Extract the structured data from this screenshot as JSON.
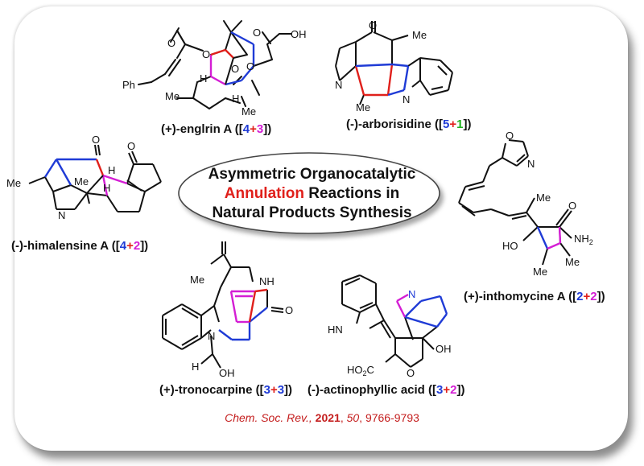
{
  "center": {
    "line1": "Asymmetric Organocatalytic",
    "line2_red": "Annulation",
    "line2_rest": " Reactions in",
    "line3": "Natural Products Synthesis"
  },
  "compounds": {
    "englerin": {
      "name": "(+)-englrin A ([",
      "a": "4",
      "plus": "+",
      "b": "3",
      "end": "])"
    },
    "arborisidine": {
      "name": "(-)-arborisidine ([",
      "a": "5",
      "plus": "+",
      "b": "1",
      "end": "])"
    },
    "himalensine": {
      "name": "(-)-himalensine A  ([",
      "a": "4",
      "plus": "+",
      "b": "2",
      "end": "])"
    },
    "inthomycine": {
      "name": "(+)-inthomycine A ([",
      "a": "2",
      "plus": "+",
      "b": "2",
      "end": "])"
    },
    "tronocarpine": {
      "name": "(+)-tronocarpine ([",
      "a": "3",
      "plus": "+",
      "b": "3",
      "end": "])"
    },
    "actinophyllic": {
      "name": "(-)-actinophyllic acid ([",
      "a": "3",
      "plus": "+",
      "b": "2",
      "end": "])"
    }
  },
  "atom_labels": {
    "me": "Me",
    "h": "H",
    "o": "O",
    "oh": "OH",
    "ph": "Ph",
    "n": "N",
    "nh": "NH",
    "hn": "HN",
    "nh2": "NH",
    "nh2_sub": "2",
    "ho": "HO",
    "ho2c": "HO",
    "ho2c_sub": "2",
    "ho2c_c": "C"
  },
  "citation": {
    "journal": "Chem. Soc. Rev.,",
    "year": "2021",
    "volume": "50",
    "pages": ", 9766-9793"
  },
  "colors": {
    "blue": "#1f3bd6",
    "magenta": "#d41ed4",
    "green": "#1fb21f",
    "red": "#e0201b"
  }
}
